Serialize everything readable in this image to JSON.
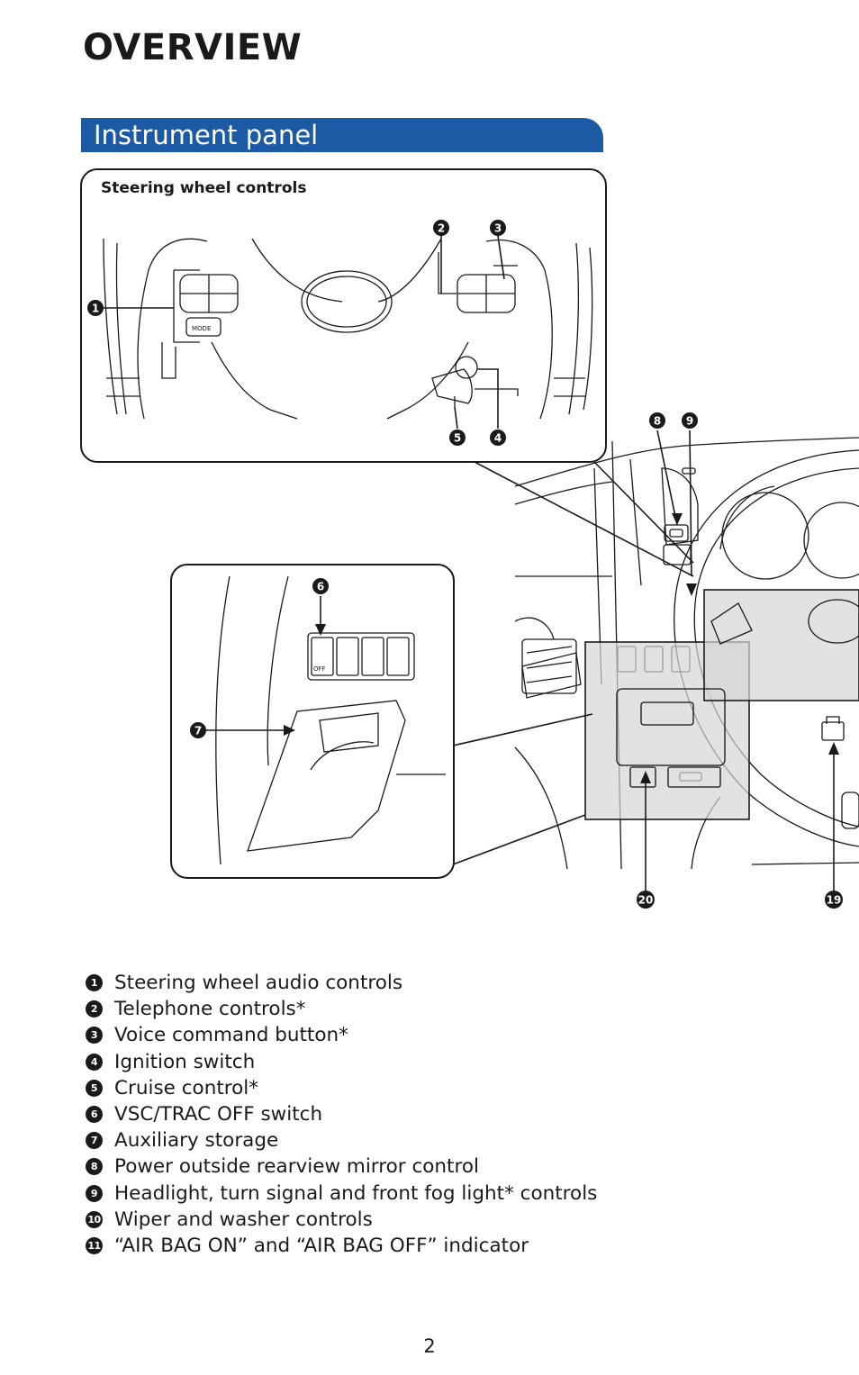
{
  "page": {
    "title": "OVERVIEW",
    "section": "Instrument panel",
    "page_number": "2"
  },
  "diagram": {
    "steering_inset_label": "Steering wheel controls",
    "callouts": [
      "1",
      "2",
      "3",
      "4",
      "5",
      "6",
      "7",
      "8",
      "9",
      "20",
      "19"
    ]
  },
  "legend": [
    {
      "num": "1",
      "text": "Steering wheel audio controls"
    },
    {
      "num": "2",
      "text": "Telephone controls*"
    },
    {
      "num": "3",
      "text": "Voice command button*"
    },
    {
      "num": "4",
      "text": "Ignition switch"
    },
    {
      "num": "5",
      "text": "Cruise control*"
    },
    {
      "num": "6",
      "text": "VSC/TRAC OFF switch"
    },
    {
      "num": "7",
      "text": "Auxiliary storage"
    },
    {
      "num": "8",
      "text": "Power outside rearview mirror control"
    },
    {
      "num": "9",
      "text": "Headlight, turn signal and front fog light* controls"
    },
    {
      "num": "10",
      "text": "Wiper and washer controls"
    },
    {
      "num": "11",
      "text": "“AIR BAG ON” and “AIR BAG OFF” indicator"
    }
  ]
}
